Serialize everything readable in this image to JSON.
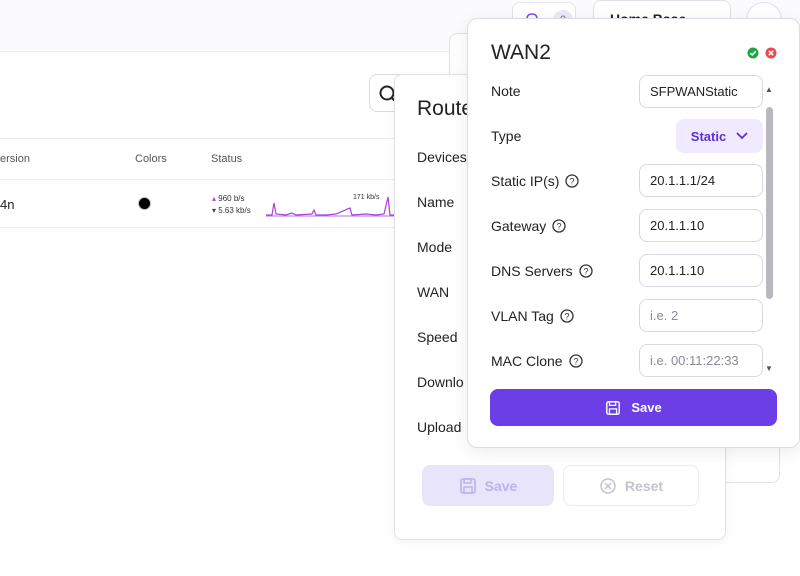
{
  "topbar": {
    "notification_count": "0",
    "home_select_value": "Home Base"
  },
  "table": {
    "columns": [
      "ersion",
      "Colors",
      "Status"
    ],
    "row": {
      "version": "4n",
      "rate_up": "960 b/s",
      "rate_down": "5.63 kb/s",
      "spark_peak_label": "171 kb/s"
    }
  },
  "router_panel": {
    "title": "Route",
    "labels": [
      "Devices",
      "Name",
      "Mode",
      "WAN",
      "Speed",
      "Downlo",
      "Upload"
    ],
    "save_label": "Save",
    "reset_label": "Reset"
  },
  "wan_modal": {
    "title": "WAN2",
    "fields": {
      "note": {
        "label": "Note",
        "value": "SFPWANStatic"
      },
      "type": {
        "label": "Type",
        "value": "Static"
      },
      "static_ip": {
        "label": "Static IP(s)",
        "value": "20.1.1.1/24"
      },
      "gateway": {
        "label": "Gateway",
        "value": "20.1.1.10"
      },
      "dns": {
        "label": "DNS Servers",
        "value": "20.1.1.10"
      },
      "vlan": {
        "label": "VLAN Tag",
        "value": "",
        "placeholder": "i.e. 2"
      },
      "mac": {
        "label": "MAC Clone",
        "value": "",
        "placeholder": "i.e. 00:11:22:33"
      }
    },
    "save_label": "Save"
  },
  "colors": {
    "accent": "#6c3fe6",
    "accent_light": "#efeaff",
    "success": "#22a34a",
    "danger": "#e5484d",
    "spark": "#b23fd8"
  }
}
